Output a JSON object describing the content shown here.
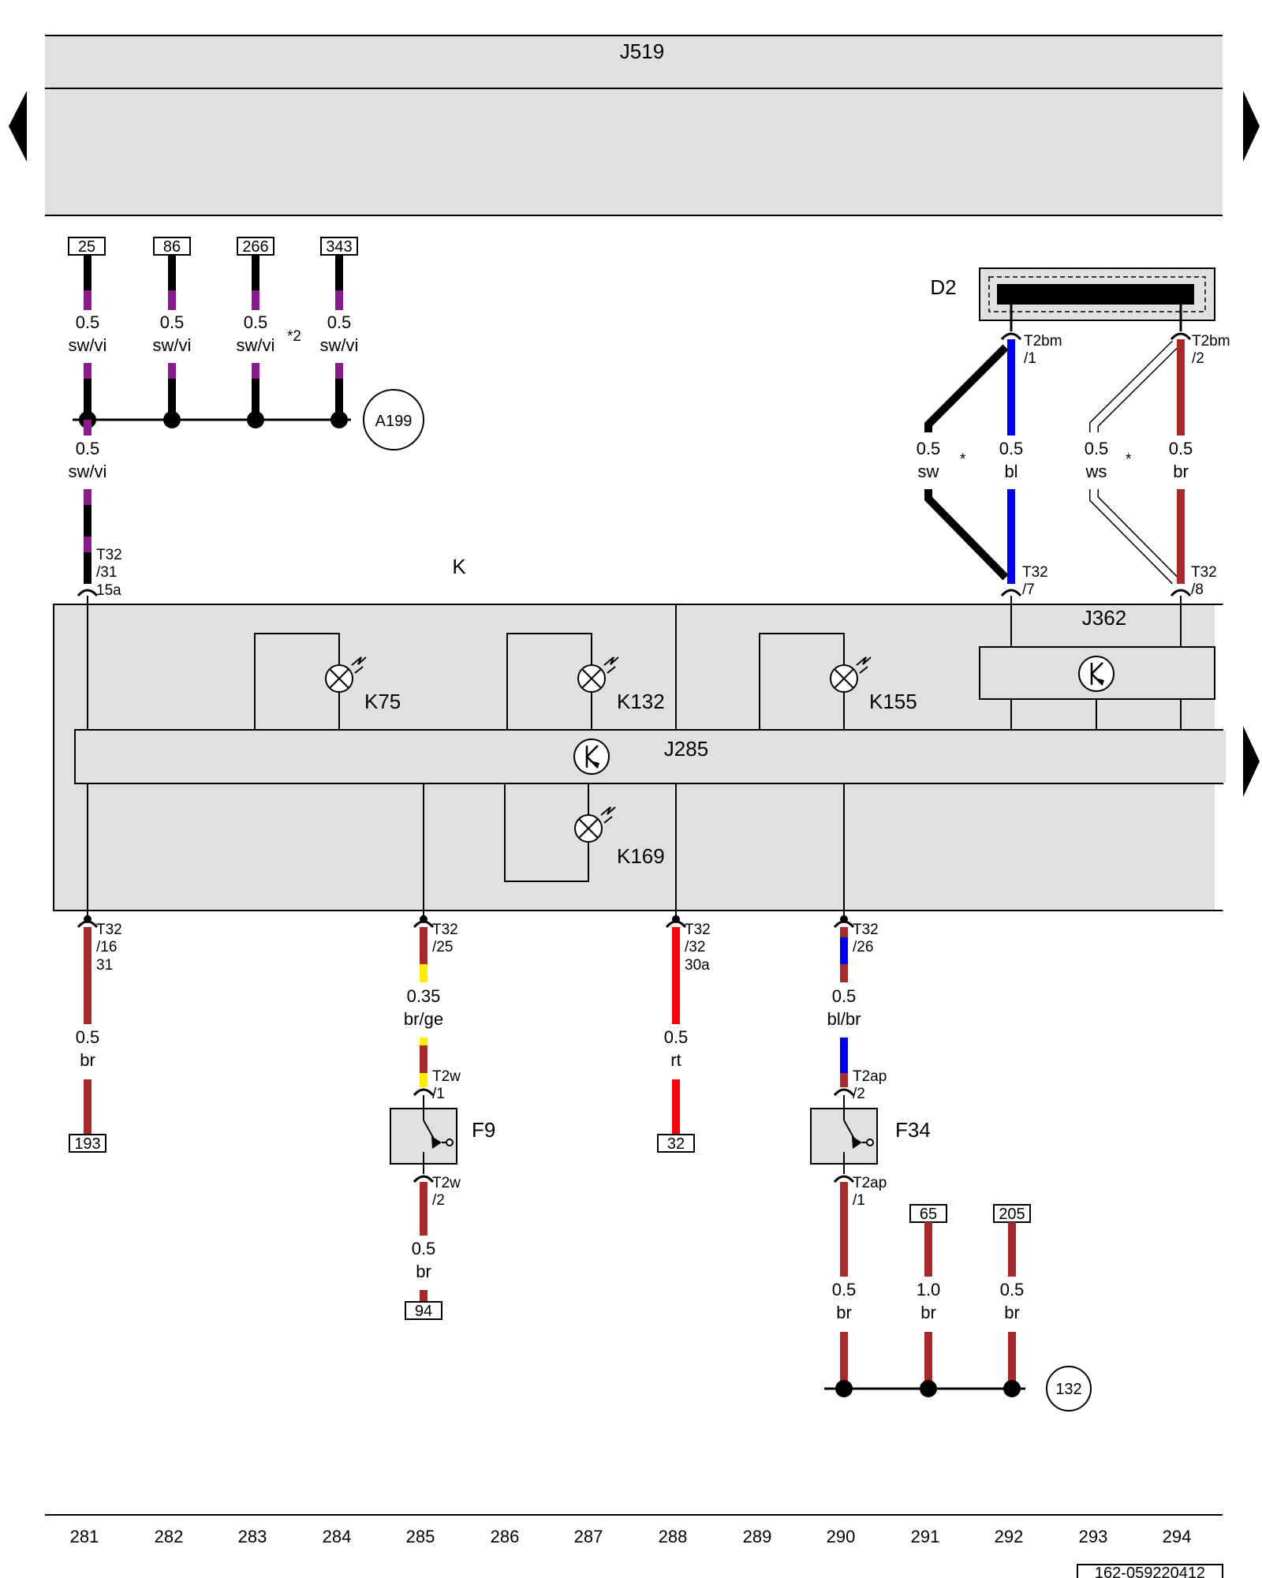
{
  "diagram": {
    "blocks": {
      "j519": "J519",
      "k": "K",
      "j285": "J285",
      "j362": "J362",
      "d2": "D2",
      "k75": "K75",
      "k132": "K132",
      "k155": "K155",
      "k169": "K169",
      "f9": "F9",
      "f34": "F34"
    },
    "refs": {
      "r25": "25",
      "r86": "86",
      "r266": "266",
      "r343": "343",
      "r193": "193",
      "r94": "94",
      "r32": "32",
      "r65": "65",
      "r205": "205"
    },
    "ground_points": {
      "a199": "A199",
      "g132": "132"
    },
    "wires": {
      "w25": [
        "0.5",
        "sw/vi"
      ],
      "w86": [
        "0.5",
        "sw/vi"
      ],
      "w266": [
        "0.5",
        "sw/vi"
      ],
      "w343": [
        "0.5",
        "sw/vi"
      ],
      "wjoin": [
        "0.5",
        "sw/vi"
      ],
      "wsw": [
        "0.5",
        "sw"
      ],
      "wbl": [
        "0.5",
        "bl"
      ],
      "wws": [
        "0.5",
        "ws"
      ],
      "wbrtop": [
        "0.5",
        "br"
      ],
      "wbr281": [
        "0.5",
        "br"
      ],
      "wbrge": [
        "0.35",
        "br/ge"
      ],
      "wbr285": [
        "0.5",
        "br"
      ],
      "wrt": [
        "0.5",
        "rt"
      ],
      "wblbr": [
        "0.5",
        "bl/br"
      ],
      "wbr290": [
        "0.5",
        "br"
      ],
      "wbr291": [
        "1.0",
        "br"
      ],
      "wbr292": [
        "0.5",
        "br"
      ]
    },
    "connectors": {
      "t2bm1": [
        "T2bm",
        "/1"
      ],
      "t2bm2": [
        "T2bm",
        "/2"
      ],
      "t32_31": [
        "T32",
        "/31",
        "15a"
      ],
      "t32_7": [
        "T32",
        "/7"
      ],
      "t32_8": [
        "T32",
        "/8"
      ],
      "t32_16": [
        "T32",
        "/16",
        "31"
      ],
      "t32_25": [
        "T32",
        "/25"
      ],
      "t32_32": [
        "T32",
        "/32",
        "30a"
      ],
      "t32_26": [
        "T32",
        "/26"
      ],
      "t2w1": [
        "T2w",
        "/1"
      ],
      "t2w2": [
        "T2w",
        "/2"
      ],
      "t2ap2": [
        "T2ap",
        "/2"
      ],
      "t2ap1": [
        "T2ap",
        "/1"
      ]
    },
    "notes": {
      "n2": "*2",
      "star_sw": "*",
      "star_ws": "*"
    },
    "grid_numbers": [
      "281",
      "282",
      "283",
      "284",
      "285",
      "286",
      "287",
      "288",
      "289",
      "290",
      "291",
      "292",
      "293",
      "294"
    ],
    "doc_number": "162-059220412"
  },
  "colors": {
    "sw": "#000000",
    "vi": "#8b1a8b",
    "bl": "#0000ee",
    "br": "#a52a2a",
    "rt": "#ff0000",
    "ge": "#ffee00",
    "ws": "#ffffff",
    "panel": "#e0e0e0"
  }
}
